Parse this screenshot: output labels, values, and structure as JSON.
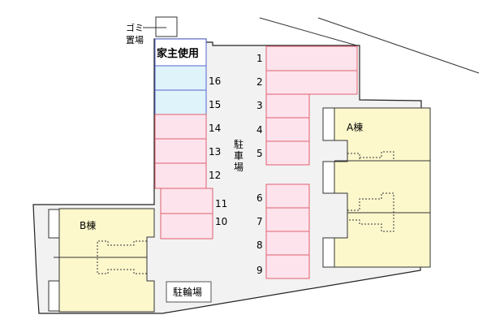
{
  "labels": {
    "trash_line1": "ゴミ",
    "trash_line2": "置場",
    "owner_use": "家主使用",
    "parking_c1": "駐",
    "parking_c2": "車",
    "parking_c3": "場",
    "bike_parking": "駐輪場",
    "building_a": "A棟",
    "building_b": "B棟"
  },
  "stalls": {
    "s1": "1",
    "s2": "2",
    "s3": "3",
    "s4": "4",
    "s5": "5",
    "s6": "6",
    "s7": "7",
    "s8": "8",
    "s9": "9",
    "s10": "10",
    "s11": "11",
    "s12": "12",
    "s13": "13",
    "s14": "14",
    "s15": "15",
    "s16": "16"
  },
  "colors": {
    "stall_fill": "#fde3ec",
    "stall_stroke": "#e06070",
    "owner_fill": "#dff3fb",
    "owner_stroke": "#5566cc",
    "building_fill": "#fdf8cc",
    "ground": "#f2f2f2"
  }
}
